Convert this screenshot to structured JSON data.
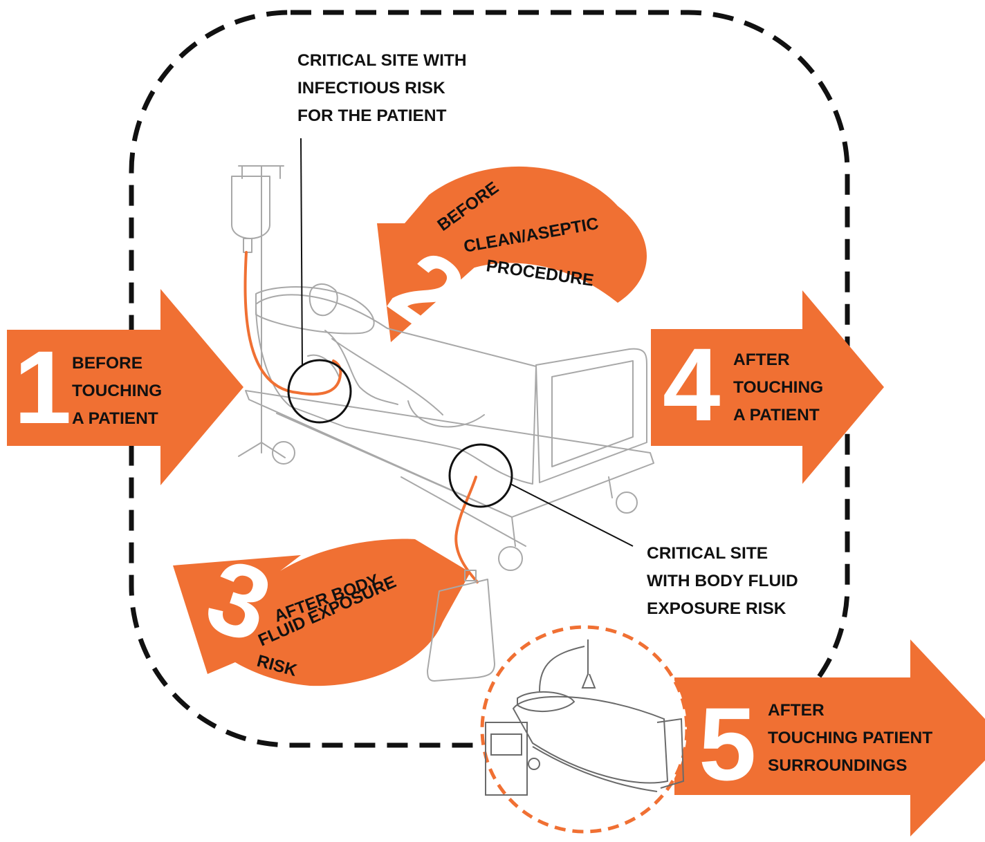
{
  "colors": {
    "accent": "#f07033",
    "ink": "#111111",
    "line": "#a8a8a8",
    "zone_border": "#111111"
  },
  "moments": [
    {
      "number": "1",
      "lines": [
        "BEFORE",
        "TOUCHING",
        "A PATIENT"
      ]
    },
    {
      "number": "2",
      "lines": [
        "BEFORE",
        "CLEAN/ASEPTIC",
        "PROCEDURE"
      ]
    },
    {
      "number": "3",
      "lines": [
        "AFTER BODY",
        "FLUID EXPOSURE",
        "RISK"
      ]
    },
    {
      "number": "4",
      "lines": [
        "AFTER",
        "TOUCHING",
        "A PATIENT"
      ]
    },
    {
      "number": "5",
      "lines": [
        "AFTER",
        "TOUCHING PATIENT",
        "SURROUNDINGS"
      ]
    }
  ],
  "critical_sites": [
    {
      "lines": [
        "CRITICAL SITE WITH",
        "INFECTIOUS RISK",
        "FOR THE PATIENT"
      ]
    },
    {
      "lines": [
        "CRITICAL SITE",
        "WITH BODY FLUID",
        "EXPOSURE RISK"
      ]
    }
  ],
  "illustrations": {
    "main_scene": "patient-bed-illustration",
    "surroundings": "empty-bed-illustration"
  }
}
